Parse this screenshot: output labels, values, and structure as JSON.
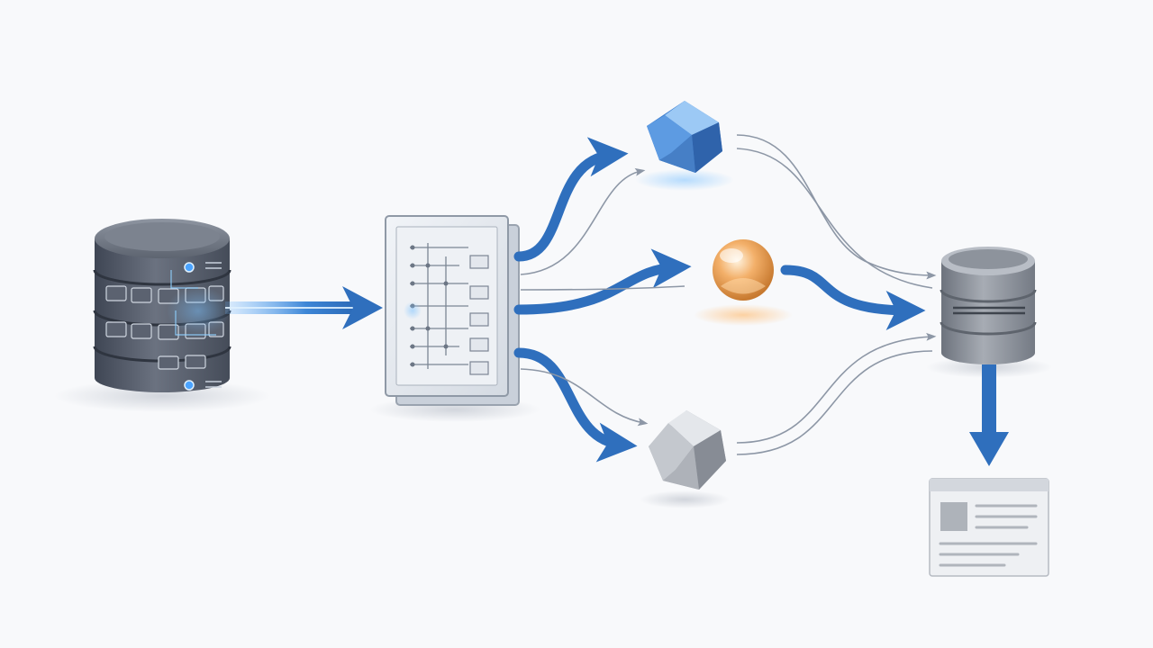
{
  "colors": {
    "background": "#f8f9fb",
    "flow_blue": "#2f6fbd",
    "flow_blue_light": "#5aa2ec",
    "connector_gray": "#8d97a6",
    "server_dark": "#4b5260",
    "server_mid": "#6b7280",
    "server_light": "#9aa1ab",
    "glow_blue": "#7fc3ff",
    "gem_blue": "#4d8fd8",
    "gem_silver": "#b8bcc4",
    "orb_orange": "#f0a24a",
    "panel_glass": "#e7ebf1",
    "document_gray": "#c8ccd2"
  },
  "nodes": [
    {
      "id": "source-database",
      "icon": "database-server-icon"
    },
    {
      "id": "router-panel",
      "icon": "circuit-board-panel-icon"
    },
    {
      "id": "blue-polyhedron",
      "icon": "blue-polyhedron-icon"
    },
    {
      "id": "orange-orb",
      "icon": "glowing-orb-icon"
    },
    {
      "id": "silver-polyhedron",
      "icon": "silver-polyhedron-icon"
    },
    {
      "id": "target-database",
      "icon": "database-icon"
    },
    {
      "id": "output-document",
      "icon": "document-card-icon"
    }
  ]
}
